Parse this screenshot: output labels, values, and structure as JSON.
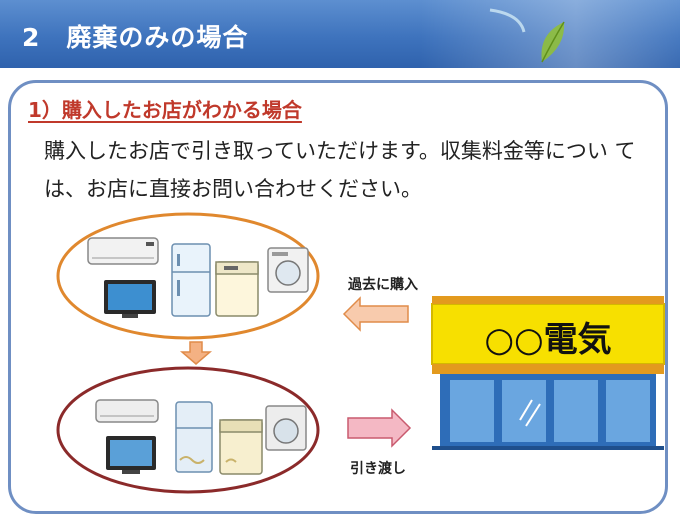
{
  "header": {
    "title": "2　廃棄のみの場合"
  },
  "section": {
    "subtitle": "1）購入したお店がわかる場合",
    "body_lines": [
      "購入したお店で引き取っていただけます。収集料金等につい て",
      "は、お店に直接お問い合わせください。"
    ]
  },
  "store": {
    "sign": "○○電気"
  },
  "arrows": {
    "purchase_label": "過去に購入",
    "handover_label": "引き渡し"
  },
  "colors": {
    "header_blue": "#3e73bd",
    "panel_border": "#6f8fc3",
    "subtitle_red": "#c0392b",
    "oval_new": "#e0882e",
    "oval_old": "#8b2a2a",
    "store_sign": "#f7e000",
    "store_blue": "#2e6db8"
  },
  "icons": [
    "air-conditioner-icon",
    "tv-icon",
    "refrigerator-icon",
    "washing-machine-icon",
    "clothes-dryer-icon",
    "store-icon",
    "leaf-icon"
  ]
}
